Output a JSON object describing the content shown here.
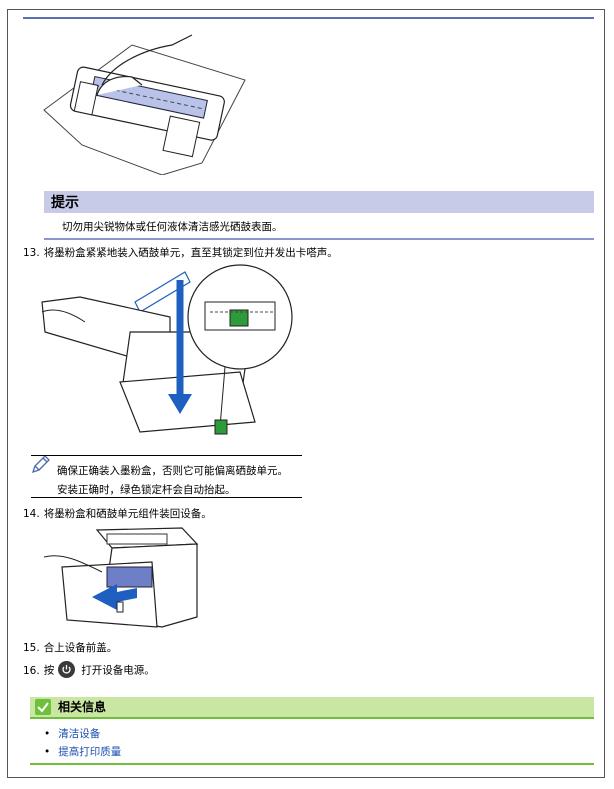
{
  "tip": {
    "title": "提示",
    "text": "切勿用尖锐物体或任何液体清洁感光硒鼓表面。"
  },
  "steps": [
    {
      "num": "13.",
      "text": "将墨粉盒紧紧地装入硒鼓单元，直至其锁定到位并发出卡嗒声。"
    },
    {
      "num": "14.",
      "text": "将墨粉盒和硒鼓单元组件装回设备。"
    },
    {
      "num": "15.",
      "text": "合上设备前盖。"
    },
    {
      "num": "16.",
      "before": "按",
      "after": "打开设备电源。"
    }
  ],
  "note": {
    "icon": "pencil-icon",
    "line1": "确保正确装入墨粉盒，否则它可能偏离硒鼓单元。",
    "line2": "安装正确时，绿色锁定杆会自动抬起。"
  },
  "related": {
    "title": "相关信息",
    "links": [
      "清洁设备",
      "提高打印质量"
    ]
  },
  "colors": {
    "tip_bar": "#c7cbe8",
    "related_bar": "#c9e6a3",
    "related_accent": "#6fbf3a",
    "link": "#1a4fb0",
    "arrow_blue": "#1f5fbf"
  }
}
